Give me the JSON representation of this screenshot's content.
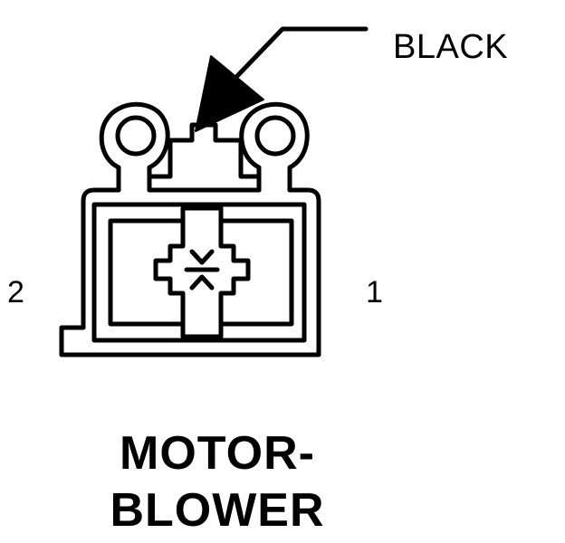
{
  "connector": {
    "wire_color_label": "BLACK",
    "pin_left_label": "2",
    "pin_right_label": "1",
    "title_line_1": "MOTOR-",
    "title_line_2": "BLOWER"
  },
  "colors": {
    "ink": "#000000",
    "background": "#ffffff"
  }
}
